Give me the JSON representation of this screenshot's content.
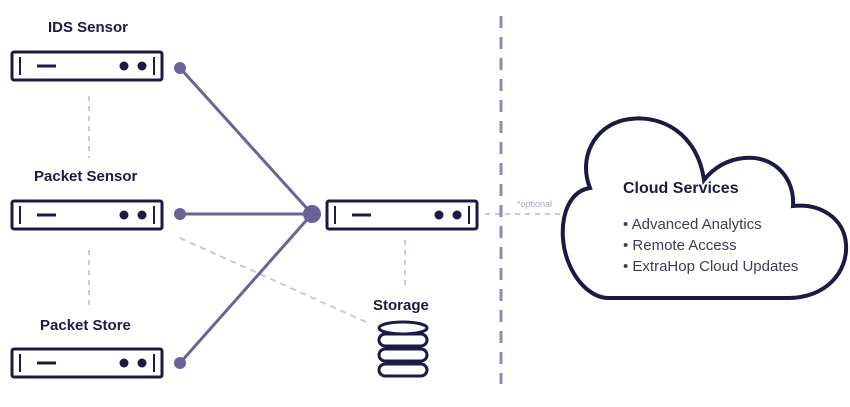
{
  "devices": {
    "ids_sensor": {
      "label": "IDS Sensor"
    },
    "packet_sensor": {
      "label": "Packet Sensor"
    },
    "packet_store": {
      "label": "Packet Store"
    },
    "storage": {
      "label": "Storage"
    }
  },
  "cloud": {
    "title": "Cloud Services",
    "items": [
      "Advanced Analytics",
      "Remote Access",
      "ExtraHop Cloud Updates"
    ]
  },
  "connection": {
    "optional_label": "*optional"
  },
  "colors": {
    "navy": "#1b1a45",
    "purple": "#6b6296",
    "dash": "#c9c6de",
    "divider": "#8f89b3",
    "optional_text": "#a9a6c9"
  }
}
